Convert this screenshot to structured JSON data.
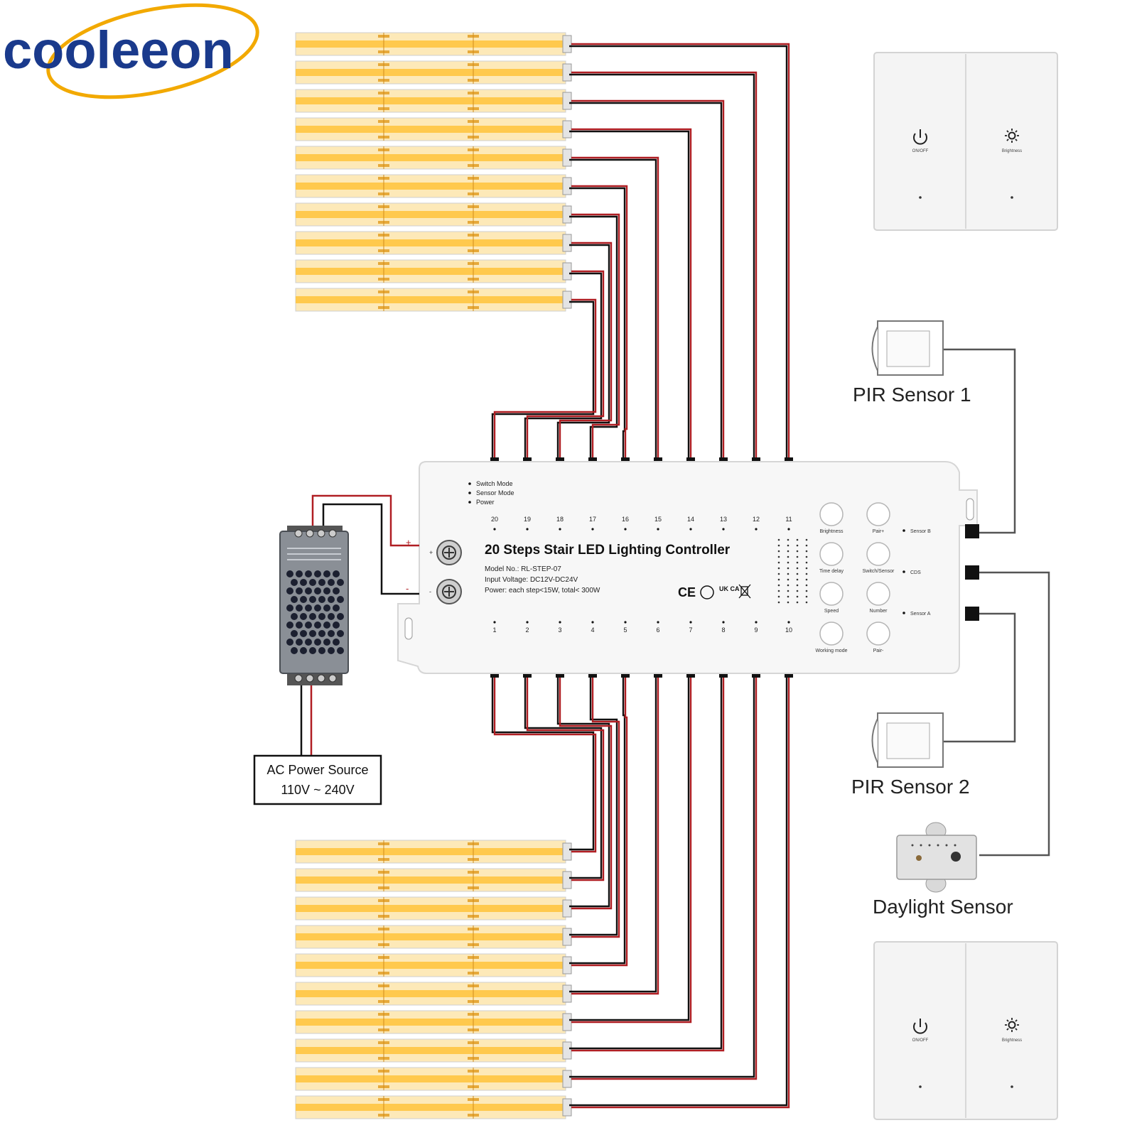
{
  "brand": {
    "name": "cooleeon",
    "text_color": "#1a3a8c",
    "swoosh_color": "#f2a900"
  },
  "colors": {
    "wire_red": "#b01e23",
    "wire_black": "#111111",
    "wire_gray": "#555555",
    "strip_yellow": "#ffc94d",
    "strip_bg": "#fde9b8",
    "controller_body": "#f7f7f7",
    "panel": "#f4f4f4"
  },
  "controller": {
    "title": "20 Steps Stair LED Lighting Controller",
    "model": "Model No.: RL-STEP-07",
    "voltage": "Input Voltage: DC12V-DC24V",
    "power": "Power: each step<15W, total< 300W",
    "indicators": [
      "Switch Mode",
      "Sensor Mode",
      "Power"
    ],
    "top_channels": [
      "20",
      "19",
      "18",
      "17",
      "16",
      "15",
      "14",
      "13",
      "12",
      "11"
    ],
    "bottom_channels": [
      "1",
      "2",
      "3",
      "4",
      "5",
      "6",
      "7",
      "8",
      "9",
      "10"
    ],
    "buttons": [
      "Brightness",
      "Pair+",
      "Time delay",
      "Switch/Sensor",
      "Speed",
      "Number",
      "Working mode",
      "Pair-"
    ],
    "ports": [
      "Sensor B",
      "CDS",
      "Sensor A"
    ],
    "terminal_plus": "+",
    "terminal_minus": "-",
    "certs": [
      "CE",
      "UK CA"
    ]
  },
  "labels": {
    "pir1": "PIR Sensor 1",
    "pir2": "PIR Sensor 2",
    "daylight": "Daylight Sensor",
    "ac_line1": "AC Power Source",
    "ac_line2": "110V ~ 240V"
  },
  "wall_panel": {
    "left_label": "ON/OFF",
    "right_label": "Brightness"
  },
  "top_strip_count": 10,
  "bottom_strip_count": 10
}
